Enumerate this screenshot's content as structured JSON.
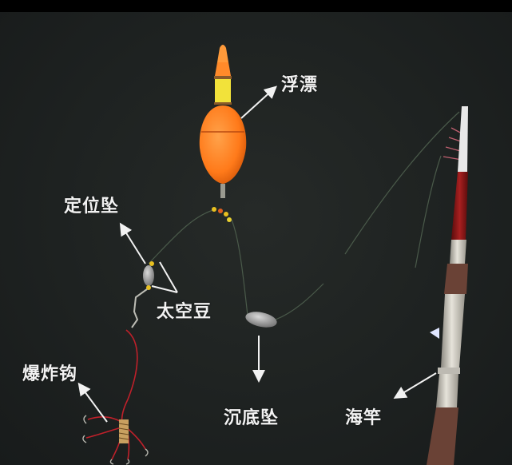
{
  "image": {
    "subject": "fishing rig diagram photo",
    "background_color": "#1f2322",
    "label_color": "#f2f2f2"
  },
  "labels": {
    "float": "浮漂",
    "position_sinker": "定位坠",
    "space_beans": "太空豆",
    "explosion_hook": "爆炸钩",
    "bottom_sinker": "沉底坠",
    "sea_rod": "海竿"
  },
  "colors": {
    "float_body": "#ff7a1a",
    "float_tip": "#ff8a2a",
    "float_band": "#f2e23a",
    "rod_red": "#8a1414",
    "rod_grip": "#6a4236",
    "rod_metal": "#c9c6bd",
    "hook_line": "#c0202a",
    "sinker": "#9a9a9a",
    "beads": "#e8c020"
  }
}
